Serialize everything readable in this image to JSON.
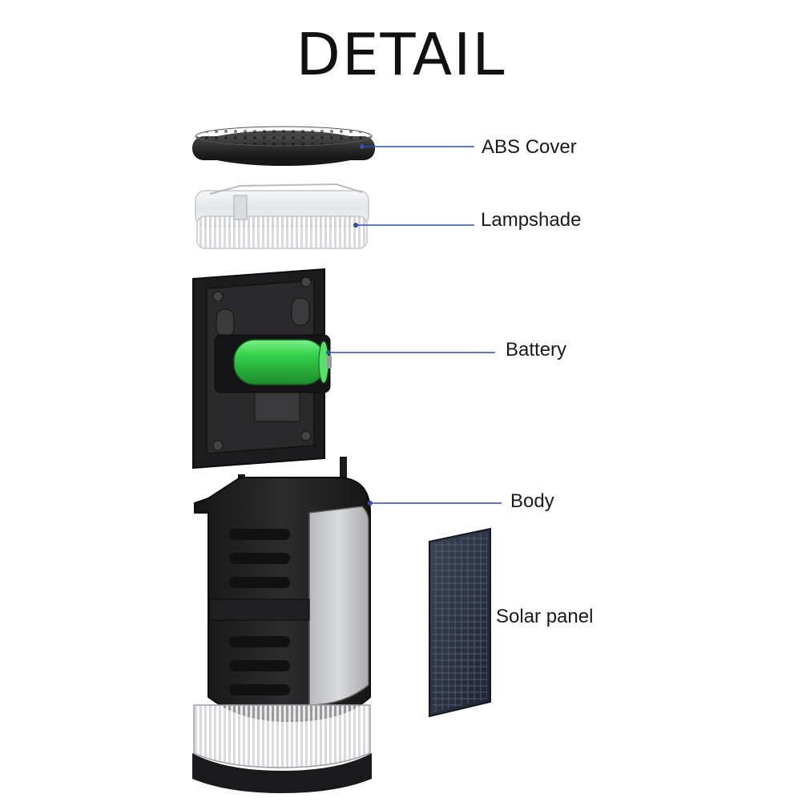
{
  "title": "DETAIL",
  "parts": [
    {
      "id": "abs-cover",
      "label": "ABS Cover"
    },
    {
      "id": "lampshade",
      "label": "Lampshade"
    },
    {
      "id": "battery",
      "label": "Battery"
    },
    {
      "id": "body",
      "label": "Body"
    },
    {
      "id": "solar-panel",
      "label": "Solar panel"
    }
  ],
  "colors": {
    "leader_line": "#2f4fa8",
    "battery_green": "#33d14a",
    "housing": "#1c1c1e",
    "cover": "#2a2a2c",
    "shade": "#e6e8ea",
    "panel": "#283042"
  }
}
